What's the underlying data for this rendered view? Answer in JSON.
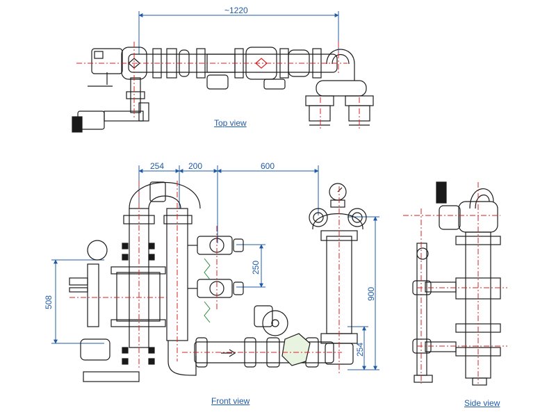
{
  "views": {
    "top": "Top view",
    "front": "Front view",
    "side": "Side view"
  },
  "dimensions": {
    "top_overall": "~1220",
    "front_254_top": "254",
    "front_200": "200",
    "front_600": "600",
    "front_250": "250",
    "front_508": "508",
    "front_900": "900",
    "front_254_right": "254"
  },
  "colors": {
    "line": "#1a1a1a",
    "dimension": "#1f5aa6",
    "centerline": "#d62020",
    "hatch": "#2b8a3e"
  }
}
